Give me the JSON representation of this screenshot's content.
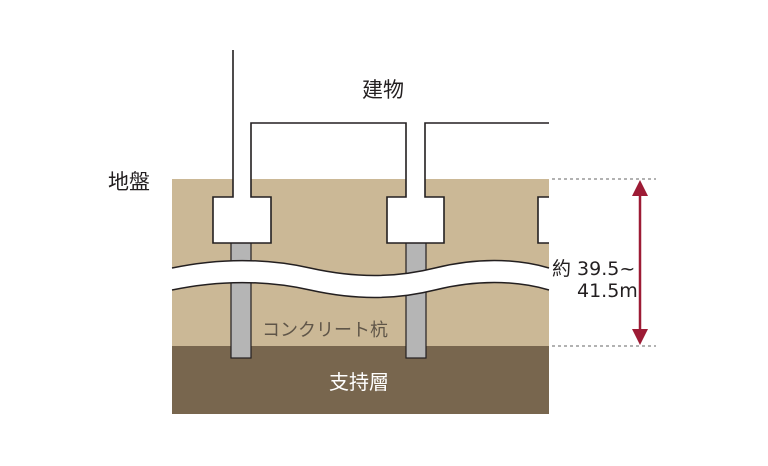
{
  "labels": {
    "building": "建物",
    "ground": "地盤",
    "pile": "コンクリート杭",
    "bearing_layer": "支持層",
    "depth_line1": "約 39.5~",
    "depth_line2": "41.5m"
  },
  "colors": {
    "soil": "#cbb896",
    "bearing_layer": "#78664e",
    "pile": "#b5b5b5",
    "arrow": "#9d1b35",
    "outline": "#231f20"
  }
}
